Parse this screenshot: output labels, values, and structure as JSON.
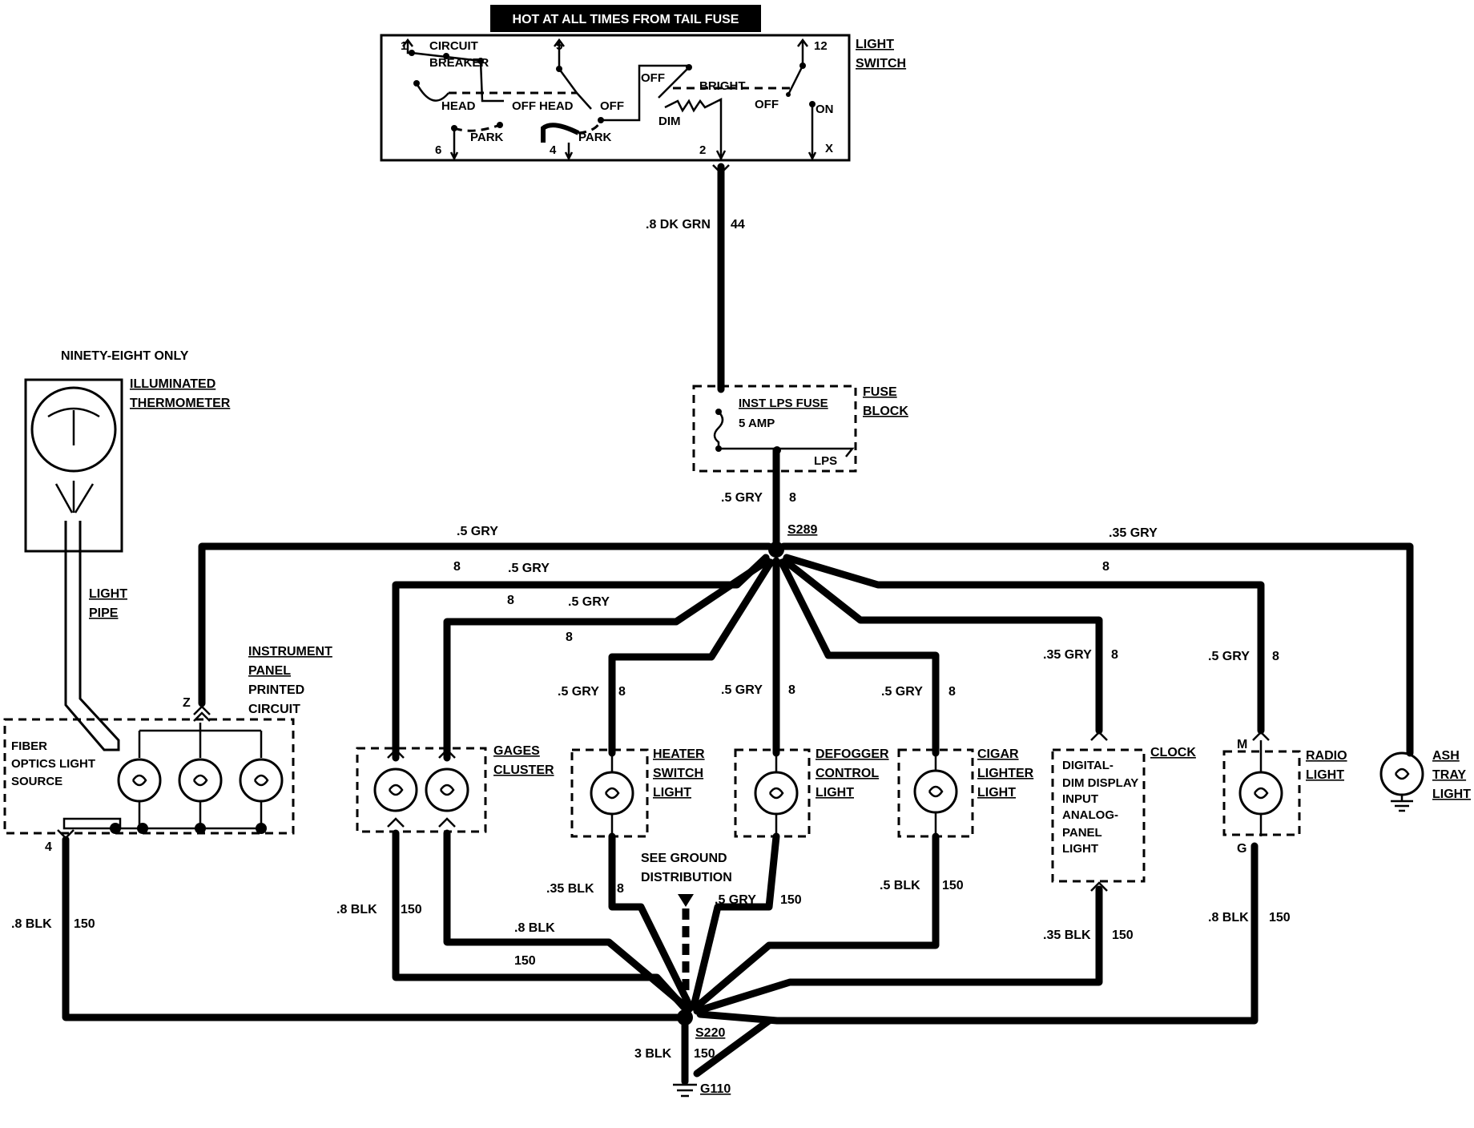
{
  "header": {
    "hot_label": "HOT AT ALL TIMES FROM TAIL FUSE"
  },
  "light_switch": {
    "title_line1": "LIGHT",
    "title_line2": "SWITCH",
    "circuit_breaker_1": "CIRCUIT",
    "circuit_breaker_2": "BREAKER",
    "head": "HEAD",
    "off": "OFF",
    "park": "PARK",
    "bright": "BRIGHT",
    "dim": "DIM",
    "on": "ON",
    "pin_1": "1",
    "pin_5": "5",
    "pin_12": "12",
    "pin_6": "6",
    "pin_4": "4",
    "pin_2": "2",
    "pin_x": "X"
  },
  "feed_wire": {
    "gauge_color": ".8 DK GRN",
    "circuit": "44"
  },
  "fuse_block": {
    "title_line1": "FUSE",
    "title_line2": "BLOCK",
    "fuse_name": "INST LPS FUSE",
    "fuse_rating": "5 AMP",
    "terminal": "LPS"
  },
  "fuse_output": {
    "gauge_color": ".5 GRY",
    "circuit": "8"
  },
  "splice_top": "S289",
  "splice_bottom": "S220",
  "ground": "G110",
  "ground_wire": {
    "gauge_color": "3 BLK",
    "circuit": "150"
  },
  "thermometer": {
    "note": "NINETY-EIGHT ONLY",
    "title_line1": "ILLUMINATED",
    "title_line2": "THERMOMETER",
    "light_pipe_1": "LIGHT",
    "light_pipe_2": "PIPE"
  },
  "instrument_panel": {
    "line1": "INSTRUMENT",
    "line2": "PANEL",
    "line3": "PRINTED",
    "line4": "CIRCUIT",
    "source_1": "FIBER",
    "source_2": "OPTICS LIGHT",
    "source_3": "SOURCE",
    "pin_z": "Z",
    "pin_4": "4"
  },
  "components": {
    "gages_1": "GAGES",
    "gages_2": "CLUSTER",
    "heater_1": "HEATER",
    "heater_2": "SWITCH",
    "heater_3": "LIGHT",
    "defog_1": "DEFOGGER",
    "defog_2": "CONTROL",
    "defog_3": "LIGHT",
    "cigar_1": "CIGAR",
    "cigar_2": "LIGHTER",
    "cigar_3": "LIGHT",
    "clock_title": "CLOCK",
    "clock_1": "DIGITAL-",
    "clock_2": "DIM DISPLAY",
    "clock_3": "INPUT",
    "clock_4": "ANALOG-",
    "clock_5": "PANEL",
    "clock_6": "LIGHT",
    "radio_1": "RADIO",
    "radio_2": "LIGHT",
    "radio_pin_m": "M",
    "radio_pin_g": "G",
    "ash_1": "ASH",
    "ash_2": "TRAY",
    "ash_3": "LIGHT"
  },
  "wires": {
    "gry_5": ".5 GRY",
    "gry_35": ".35 GRY",
    "c8": "8",
    "blk_8": ".8 BLK",
    "blk_5": ".5 BLK",
    "blk_35": ".35 BLK",
    "c150": "150"
  },
  "ground_dist": {
    "line1": "SEE GROUND",
    "line2": "DISTRIBUTION"
  }
}
